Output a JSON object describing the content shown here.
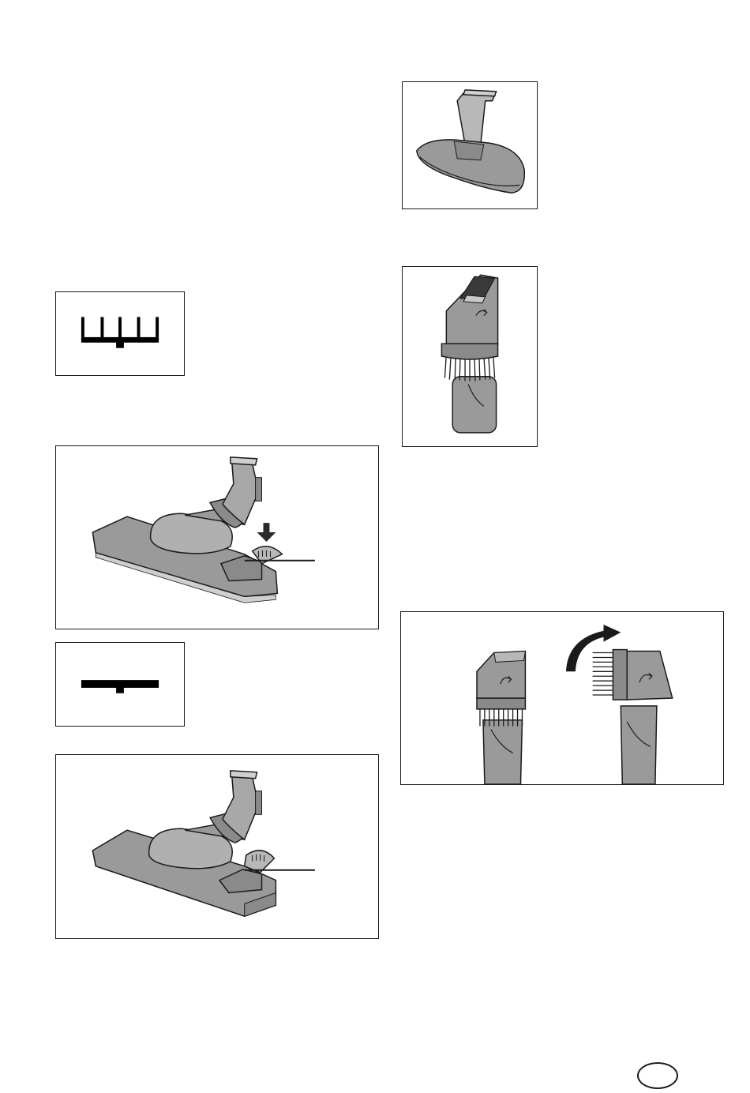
{
  "colors": {
    "frame": "#1a1a1a",
    "tool_fill": "#9a9a9a",
    "tool_light": "#b8b8b8",
    "tool_dark": "#6e6e6e",
    "arrow": "#2a2a2a",
    "symbol": "#000000"
  },
  "icons": {
    "carpet_setting": "bristles-extended-icon",
    "hard_floor_setting": "bristles-retracted-icon",
    "rotate_arrow": "curved-arrow-icon"
  },
  "figures": [
    "upholstery-nozzle",
    "dusting-brush",
    "carpet-symbol",
    "floor-nozzle-bristles-down",
    "hard-floor-symbol",
    "floor-nozzle-bristles-up",
    "brush-conversion"
  ]
}
